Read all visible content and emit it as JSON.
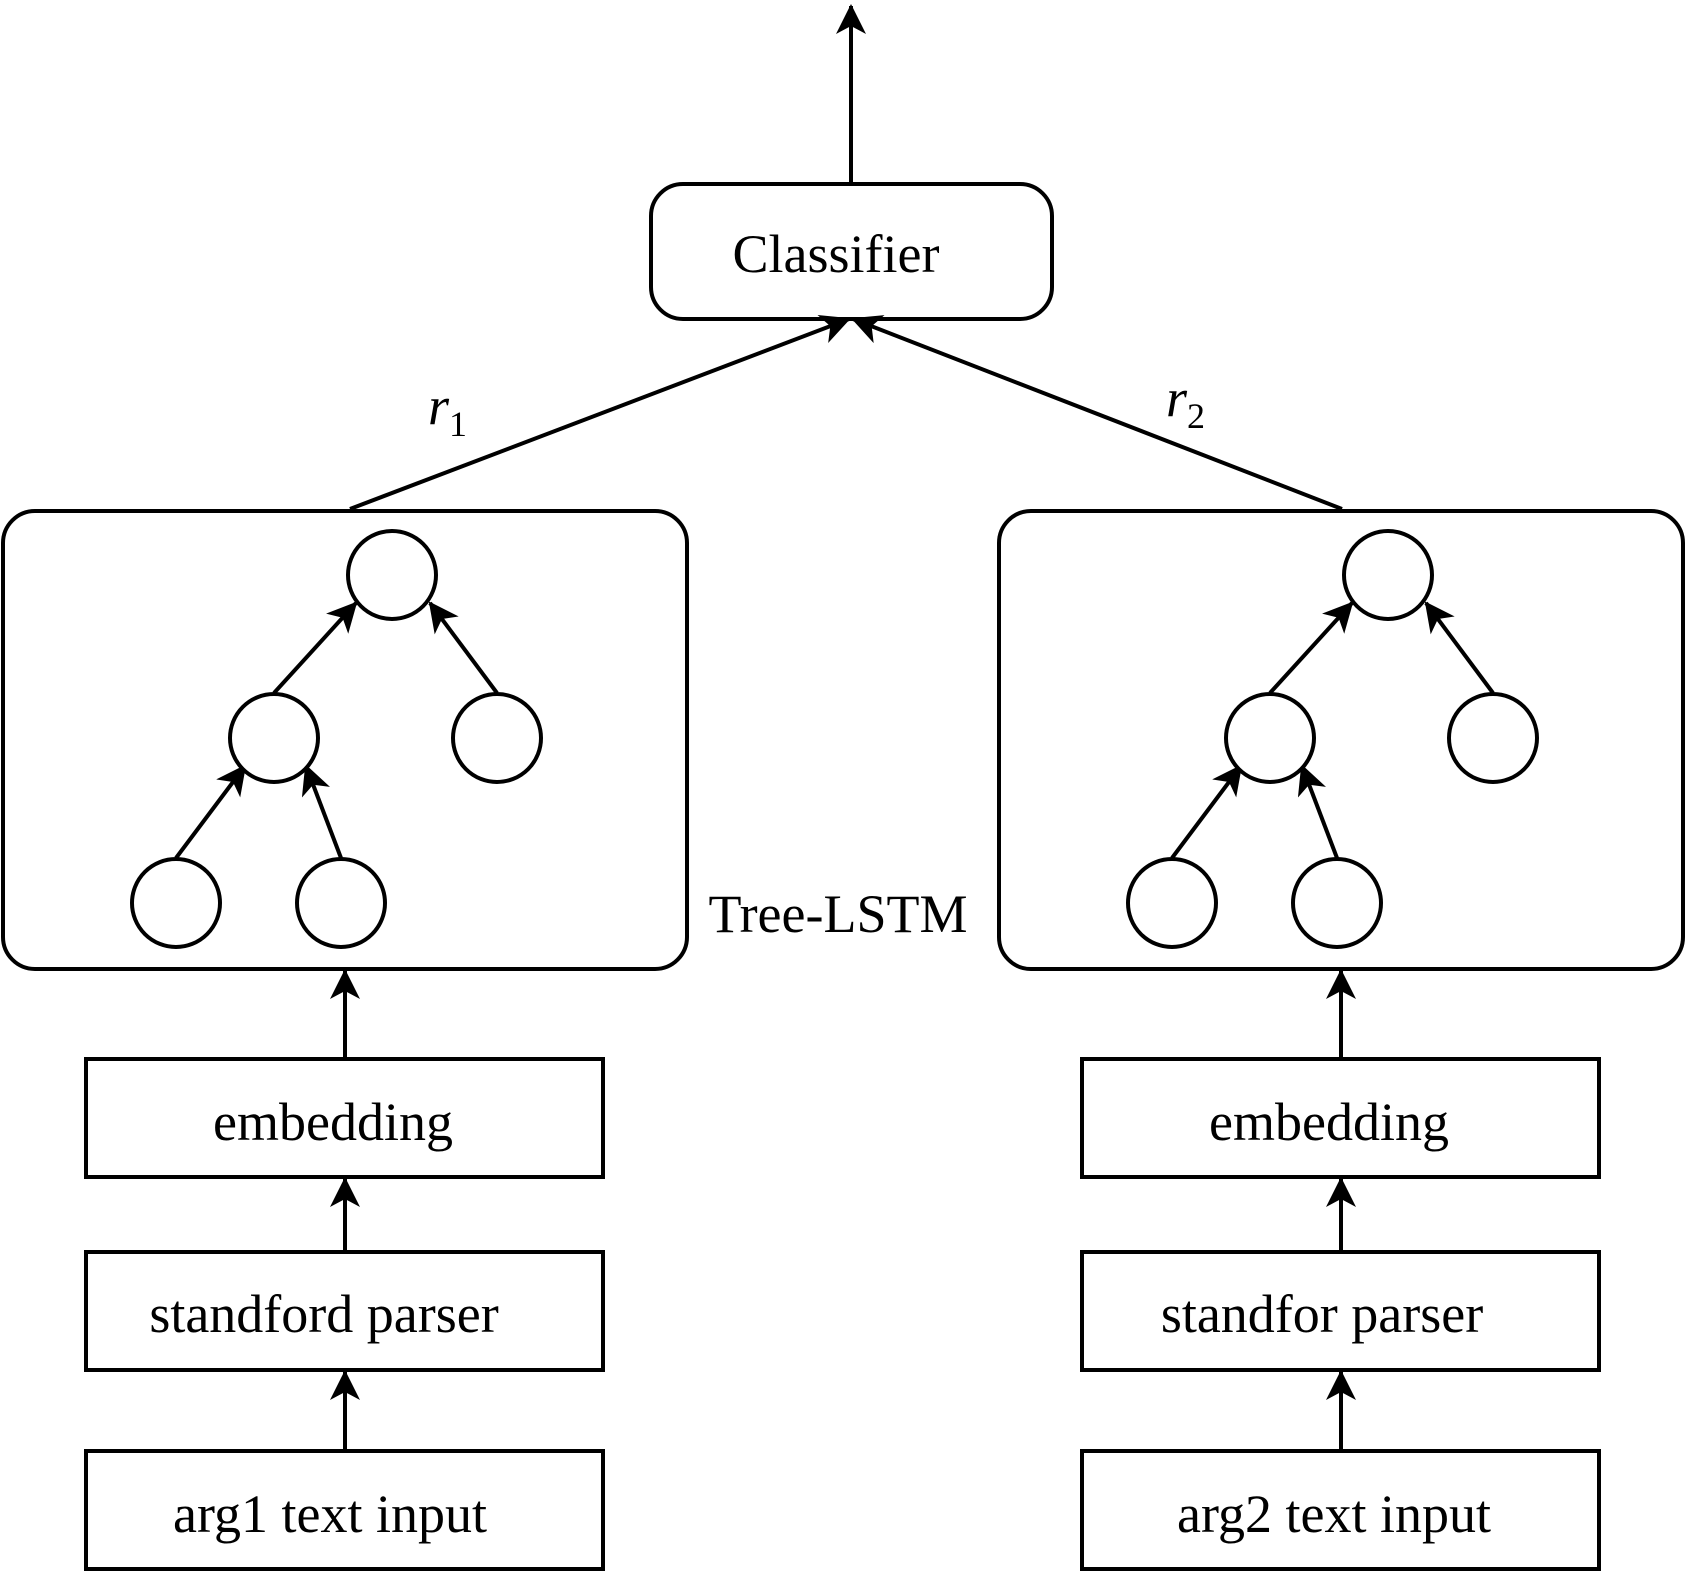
{
  "classifier": {
    "label": "Classifier"
  },
  "branch_labels": {
    "left": {
      "base": "r",
      "sub": "1"
    },
    "right": {
      "base": "r",
      "sub": "2"
    }
  },
  "tree_lstm": {
    "label": "Tree-LSTM"
  },
  "left_pipeline": {
    "embedding": "embedding",
    "parser": "standford parser",
    "input": "arg1 text input"
  },
  "right_pipeline": {
    "embedding": "embedding",
    "parser": "standfor parser",
    "input": "arg2 text input"
  }
}
